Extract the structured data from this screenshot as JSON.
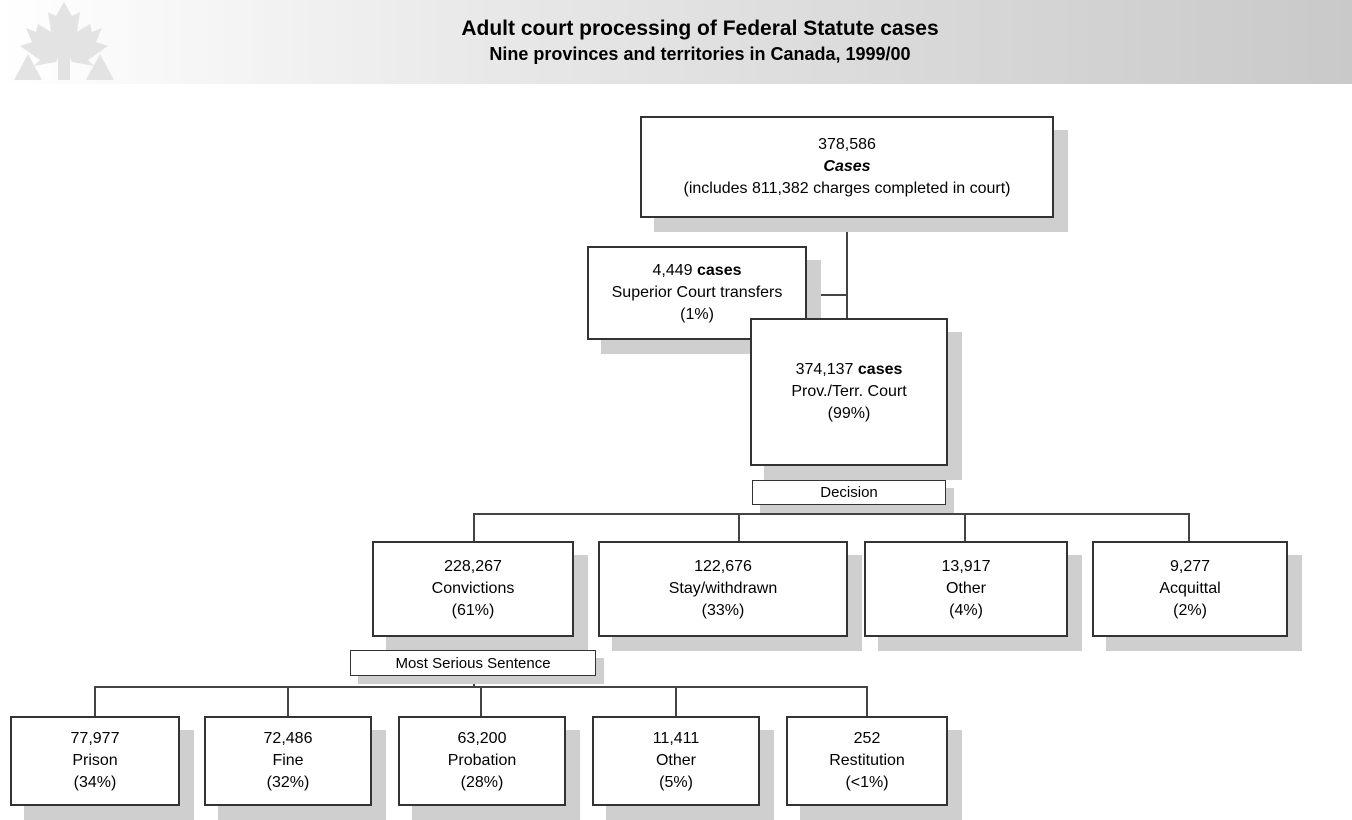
{
  "header": {
    "title": "Adult court processing of Federal Statute cases",
    "subtitle": "Nine provinces and territories in Canada, 1999/00",
    "logo": "maple-leaf-justice-logo"
  },
  "root": {
    "count": "378,586",
    "label": "Cases",
    "note": "(includes 811,382 charges completed in court)"
  },
  "superior": {
    "count": "4,449",
    "unit": "cases",
    "label": "Superior Court transfers",
    "pct": "(1%)"
  },
  "provterr": {
    "count": "374,137",
    "unit": "cases",
    "label": "Prov./Terr. Court",
    "pct": "(99%)"
  },
  "decision_label": "Decision",
  "decisions": [
    {
      "count": "228,267",
      "label": "Convictions",
      "pct": "(61%)"
    },
    {
      "count": "122,676",
      "label": "Stay/withdrawn",
      "pct": "(33%)"
    },
    {
      "count": "13,917",
      "label": "Other",
      "pct": "(4%)"
    },
    {
      "count": "9,277",
      "label": "Acquittal",
      "pct": "(2%)"
    }
  ],
  "sentence_label": "Most Serious Sentence",
  "sentences": [
    {
      "count": "77,977",
      "label": "Prison",
      "pct": "(34%)"
    },
    {
      "count": "72,486",
      "label": "Fine",
      "pct": "(32%)"
    },
    {
      "count": "63,200",
      "label": "Probation",
      "pct": "(28%)"
    },
    {
      "count": "11,411",
      "label": "Other",
      "pct": "(5%)"
    },
    {
      "count": "252",
      "label": "Restitution",
      "pct": "(<1%)"
    }
  ],
  "colors": {
    "header_gradient_end": "#c9c9c9",
    "shadow": "#cfcfcf",
    "border": "#333333"
  }
}
